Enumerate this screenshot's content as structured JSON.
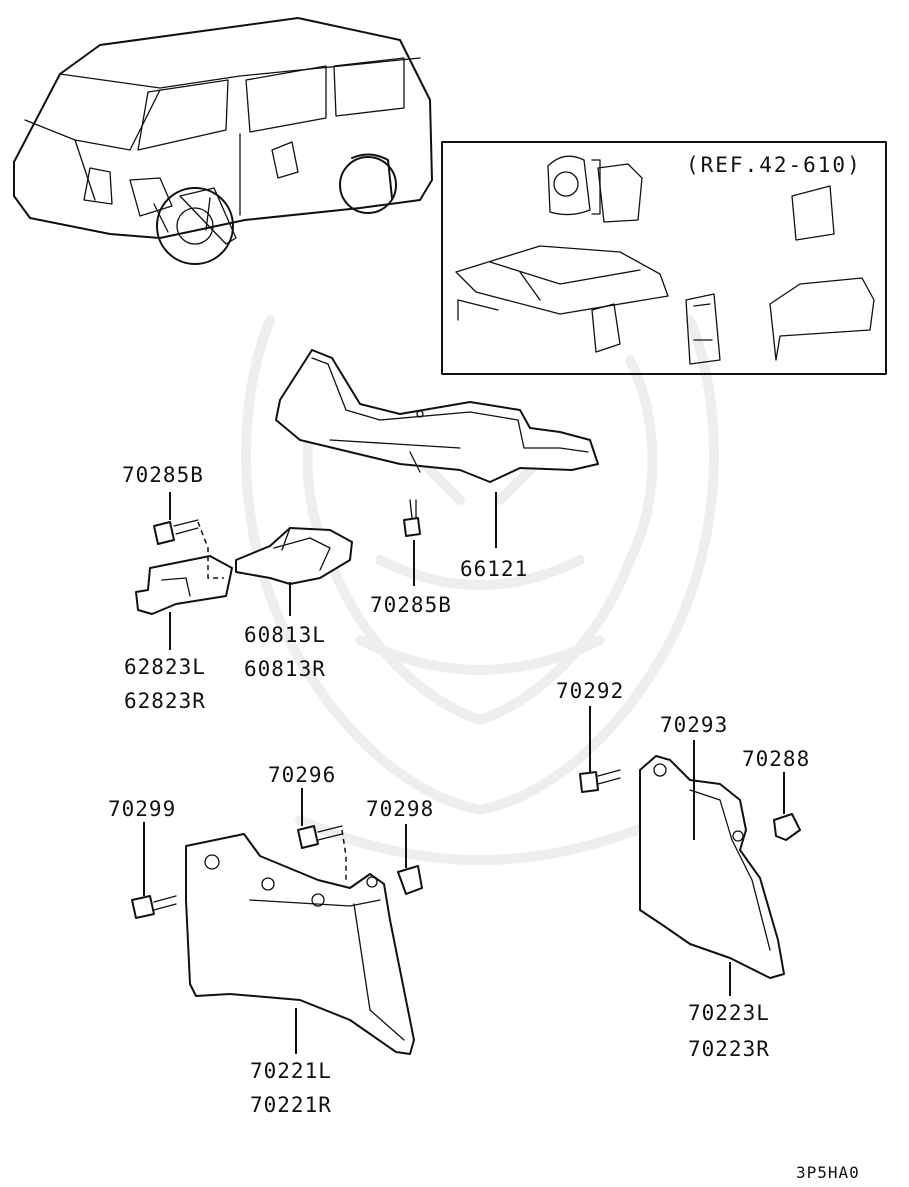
{
  "reference": "(REF.42-610)",
  "diagram_code": "3P5HA0",
  "callouts": {
    "c66121": "66121",
    "c70285b_upper": "70285B",
    "c70285b_center": "70285B",
    "c60813l": "60813L",
    "c60813r": "60813R",
    "c62823l": "62823L",
    "c62823r": "62823R",
    "c70292": "70292",
    "c70293": "70293",
    "c70288": "70288",
    "c70296": "70296",
    "c70298": "70298",
    "c70299": "70299",
    "c70221l": "70221L",
    "c70221r": "70221R",
    "c70223l": "70223L",
    "c70223r": "70223R"
  }
}
